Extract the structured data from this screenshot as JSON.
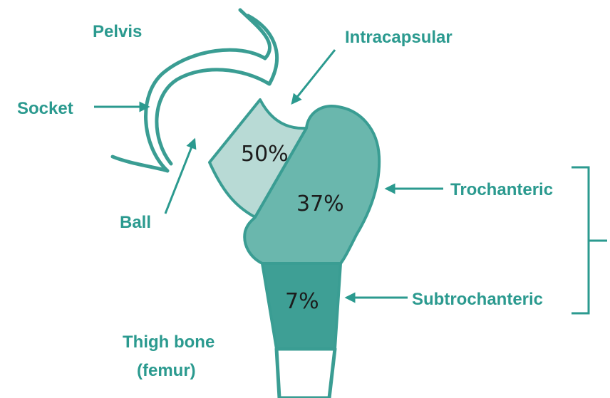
{
  "labels": {
    "pelvis": "Pelvis",
    "socket": "Socket",
    "ball": "Ball",
    "intracapsular": "Intracapsular",
    "trochanteric": "Trochanteric",
    "subtrochanteric": "Subtrochanteric",
    "thigh_bone_line1": "Thigh bone",
    "thigh_bone_line2": "(femur)"
  },
  "regions": [
    {
      "name": "intracapsular",
      "percent_label": "50%",
      "percent": 50
    },
    {
      "name": "trochanteric",
      "percent_label": "37%",
      "percent": 37
    },
    {
      "name": "subtrochanteric",
      "percent_label": "7%",
      "percent": 7
    }
  ],
  "colors": {
    "accent": "#2b9a8f",
    "bone_outline": "#3a9d93",
    "intracapsular_fill": "#b8dad5",
    "trochanteric_fill": "#6ab7ad",
    "subtrochanteric_fill": "#3e9f95",
    "text_dark": "#1c1c1c"
  }
}
